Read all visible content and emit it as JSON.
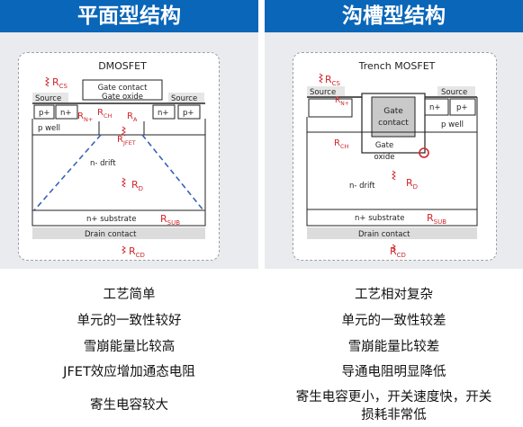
{
  "headers": {
    "left": "平面型结构",
    "right": "沟槽型结构"
  },
  "left_diagram": {
    "title": "DMOSFET",
    "gate_contact": "Gate contact",
    "gate_oxide": "Gate oxide",
    "source_left": "Source",
    "source_right": "Source",
    "p_plus": "p+",
    "n_plus": "n+",
    "p_well": "p well",
    "n_drift": "n- drift",
    "n_substrate": "n+ substrate",
    "drain_contact": "Drain contact",
    "r_cs": "R",
    "r_cs_sub": "CS",
    "r_n": "R",
    "r_n_sub": "N+",
    "r_ch": "R",
    "r_ch_sub": "CH",
    "r_a": "R",
    "r_a_sub": "A",
    "r_jfet": "R",
    "r_jfet_sub": "JFET",
    "r_d": "R",
    "r_d_sub": "D",
    "r_sub": "R",
    "r_sub_sub": "SUB",
    "r_cd": "R",
    "r_cd_sub": "CD"
  },
  "right_diagram": {
    "title": "Trench MOSFET",
    "source_left": "Source",
    "source_right": "Source",
    "gate_contact_1": "Gate",
    "gate_contact_2": "contact",
    "gate_oxide_1": "Gate",
    "gate_oxide_2": "oxide",
    "n_plus": "n+",
    "p_plus": "p+",
    "p_well": "p well",
    "n_drift": "n- drift",
    "n_substrate": "n+ substrate",
    "drain_contact": "Drain contact",
    "r_cs": "R",
    "r_cs_sub": "CS",
    "r_n": "R",
    "r_n_sub": "N+",
    "r_ch": "R",
    "r_ch_sub": "CH",
    "r_d": "R",
    "r_d_sub": "D",
    "r_sub": "R",
    "r_sub_sub": "SUB",
    "r_cd": "R",
    "r_cd_sub": "CD"
  },
  "left_points": [
    "工艺简单",
    "单元的一致性较好",
    "雪崩能量比较高",
    "JFET效应增加通态电阻",
    "寄生电容较大"
  ],
  "right_points": [
    "工艺相对复杂",
    "单元的一致性较差",
    "雪崩能量比较差",
    "导通电阻明显降低",
    "寄生电容更小，开关速度快，开关",
    "损耗非常低"
  ],
  "colors": {
    "header": "#0a66b8",
    "resistor": "#d0262b",
    "trench": "#c9c9c9"
  }
}
